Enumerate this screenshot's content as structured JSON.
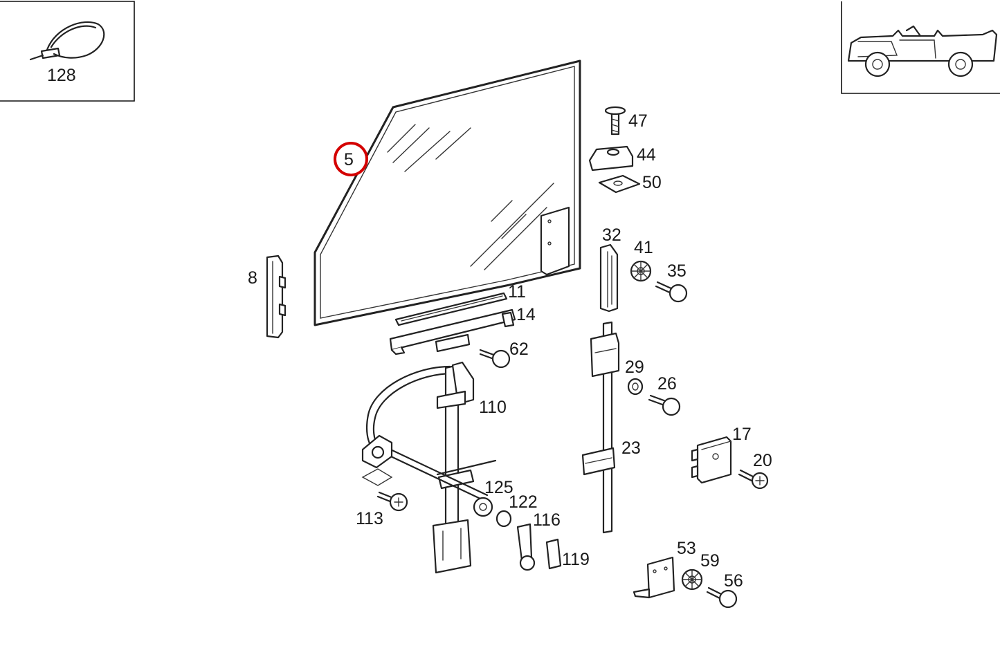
{
  "diagram": {
    "highlight_color": "#d40000",
    "highlighted_part": "5",
    "inset_left": {
      "label": "128",
      "icon": "cable-tie-icon"
    },
    "inset_right": {
      "icon": "convertible-vehicle-icon"
    },
    "labels": {
      "p5": "5",
      "p8": "8",
      "p11": "11",
      "p14": "14",
      "p17": "17",
      "p20": "20",
      "p23": "23",
      "p26": "26",
      "p29": "29",
      "p32": "32",
      "p35": "35",
      "p41": "41",
      "p44": "44",
      "p47": "47",
      "p50": "50",
      "p53": "53",
      "p56": "56",
      "p59": "59",
      "p62": "62",
      "p110": "110",
      "p113": "113",
      "p116": "116",
      "p119": "119",
      "p122": "122",
      "p125": "125"
    }
  }
}
